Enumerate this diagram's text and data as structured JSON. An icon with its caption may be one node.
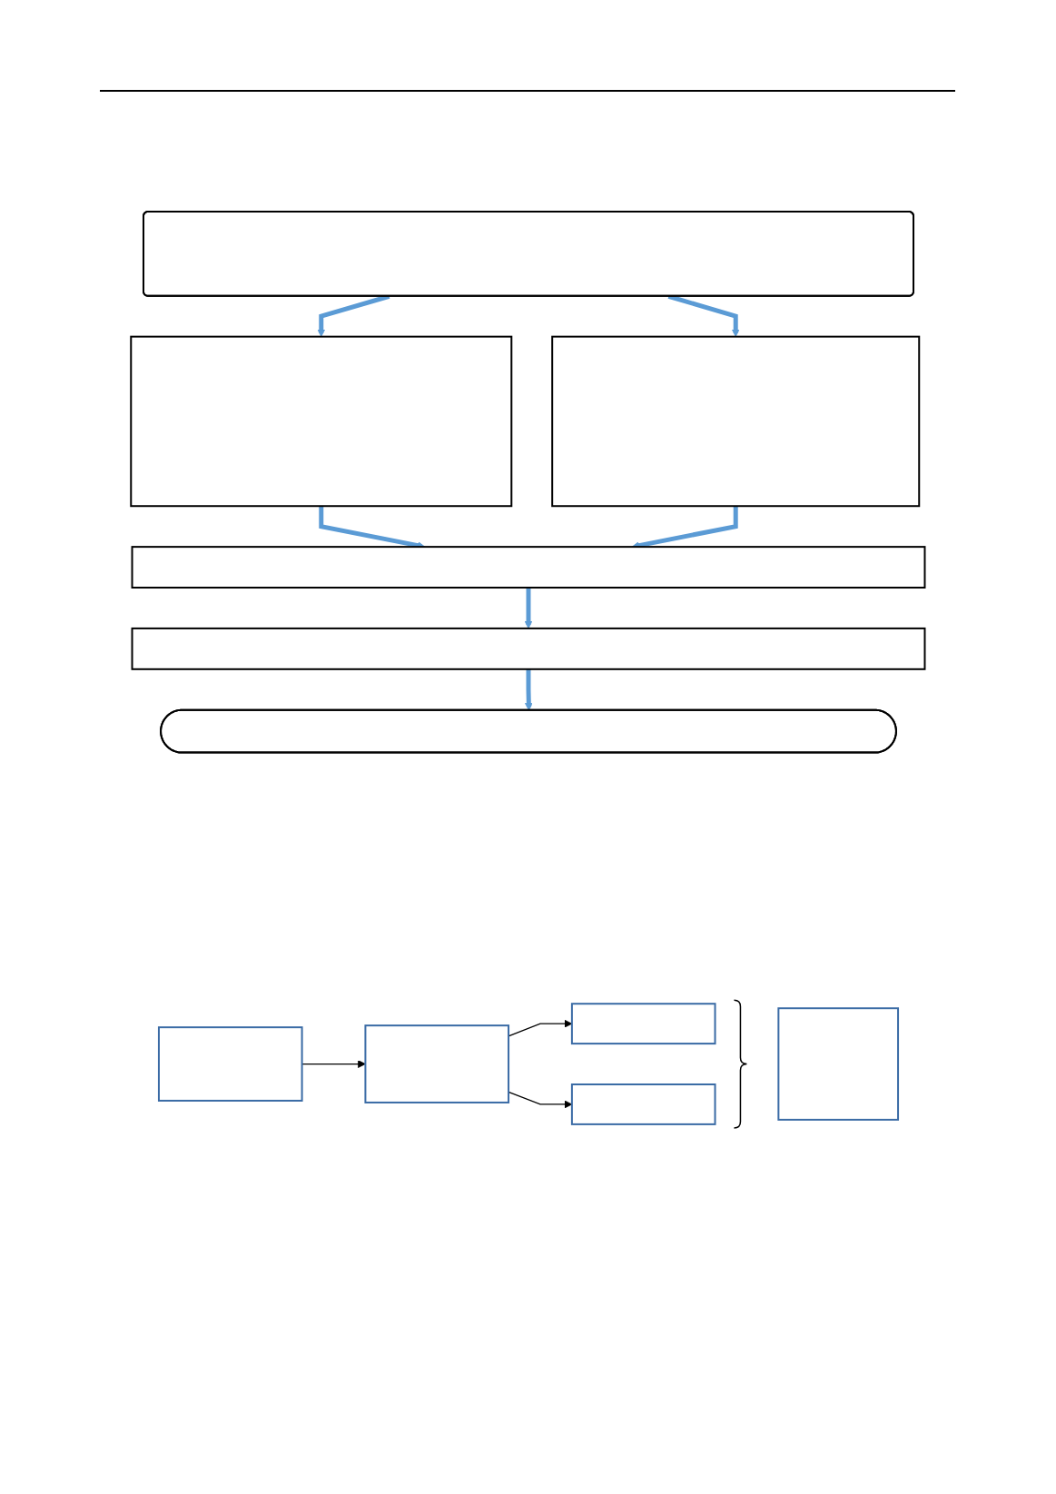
{
  "diagram": {
    "nodes": [
      {
        "text": [],
        "shape": "box"
      },
      {
        "text": [],
        "shape": "box"
      },
      {
        "text": [],
        "shape": "box"
      },
      {
        "text": [],
        "shape": "box"
      },
      {
        "text": [],
        "shape": "box"
      },
      {
        "text": [],
        "shape": "ellipse"
      },
      {
        "text": [],
        "shape": "box"
      },
      {
        "text": [],
        "shape": "box"
      },
      {
        "text": [],
        "shape": "box"
      },
      {
        "text": [],
        "shape": "box"
      },
      {
        "text": [],
        "shape": "box"
      }
    ],
    "edges": [
      {
        "from": 0,
        "to": 1,
        "arrow": "to"
      },
      {
        "from": 0,
        "to": 2,
        "arrow": "to"
      },
      {
        "from": 1,
        "to": 3,
        "arrow": "to"
      },
      {
        "from": 2,
        "to": 3,
        "arrow": "to"
      },
      {
        "from": 3,
        "to": 4,
        "arrow": "to"
      },
      {
        "from": 4,
        "to": 5,
        "arrow": "to"
      },
      {
        "from": 6,
        "to": 7,
        "arrow": "to",
        "color": "#000000"
      },
      {
        "from": 7,
        "to": 8,
        "arrow": "to",
        "color": "#000000"
      },
      {
        "from": 7,
        "to": 9,
        "arrow": "to",
        "color": "#000000"
      }
    ]
  }
}
